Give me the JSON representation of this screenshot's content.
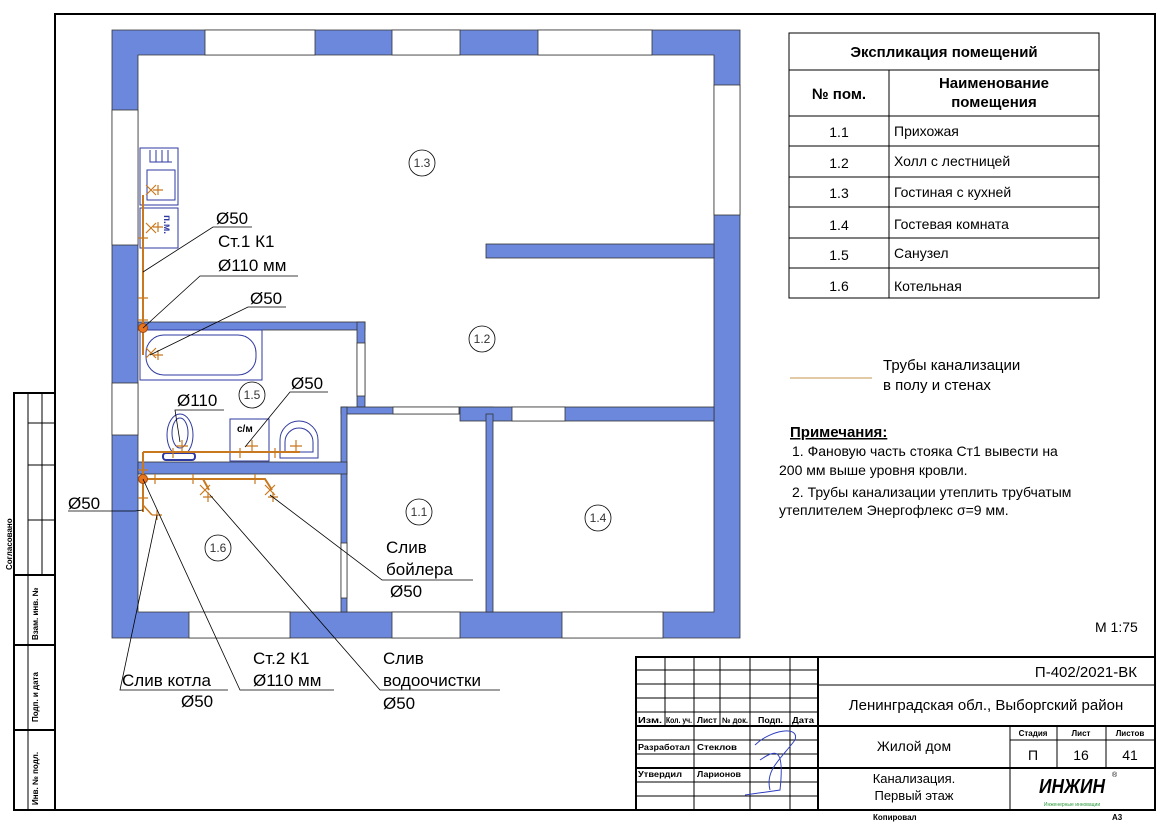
{
  "plan": {
    "rooms": [
      "1.1",
      "1.2",
      "1.3",
      "1.4",
      "1.5",
      "1.6"
    ],
    "fixtures": {
      "appliance": "п.м.",
      "washer": "с/м"
    },
    "labels": {
      "st1_d50": "Ø50",
      "st1_name": "Ст.1 К1",
      "st1_d110": "Ø110 мм",
      "bath_d50": "Ø50",
      "toilet_d110": "Ø110",
      "sink_d50": "Ø50",
      "left_d50": "Ø50",
      "kotel_1": "Слив котла",
      "kotel_2": "Ø50",
      "st2_name": "Ст.2 К1",
      "st2_d110": "Ø110 мм",
      "vodo_1": "Слив",
      "vodo_2": "водоочистки",
      "vodo_3": "Ø50",
      "boiler_1": "Слив",
      "boiler_2": "бойлера",
      "boiler_3": "Ø50"
    },
    "scale": "М 1:75"
  },
  "explication": {
    "title": "Экспликация помещений",
    "col_num": "№ пом.",
    "col_name_1": "Наименование",
    "col_name_2": "помещения",
    "rows": [
      {
        "num": "1.1",
        "name": "Прихожая"
      },
      {
        "num": "1.2",
        "name": "Холл с лестницей"
      },
      {
        "num": "1.3",
        "name": "Гостиная с кухней"
      },
      {
        "num": "1.4",
        "name": "Гостевая комната"
      },
      {
        "num": "1.5",
        "name": "Санузел"
      },
      {
        "num": "1.6",
        "name": "Котельная"
      }
    ]
  },
  "legend": {
    "line1": "Трубы канализации",
    "line2": "в полу и стенах",
    "color": "#c8781e"
  },
  "notes": {
    "title": "Примечания:",
    "n1a": "1.    Фановую часть стояка Ст1   вывести на",
    "n1b": "200 мм выше уровня кровли.",
    "n2a": "2.    Трубы канализации утеплить трубчатым",
    "n2b": "утеплителем Энергофлекс σ=9 мм."
  },
  "stamp": {
    "code": "П-402/2021-ВК",
    "address": "Ленинградская обл., Выборгский район",
    "object": "Жилой дом",
    "sheet_title_1": "Канализация.",
    "sheet_title_2": "Первый этаж",
    "cols": [
      "Изм.",
      "Кол. уч.",
      "Лист",
      "№ док.",
      "Подп.",
      "Дата"
    ],
    "developed_label": "Разработал",
    "developed_name": "Стеклов",
    "approved_label": "Утвердил",
    "approved_name": "Ларионов",
    "stage_label": "Стадия",
    "sheet_label": "Лист",
    "sheets_label": "Листов",
    "stage": "П",
    "sheet": "16",
    "sheets": "41",
    "logo": "ИНЖИН",
    "logo_sub": "Инженерные инновации",
    "copied": "Копировал",
    "format": "А3"
  },
  "side_strip": {
    "agreed": "Согласовано",
    "inv_swap": "Взам. инв. №",
    "sign_date": "Подп. и дата",
    "inv_orig": "Инв. № подл."
  }
}
